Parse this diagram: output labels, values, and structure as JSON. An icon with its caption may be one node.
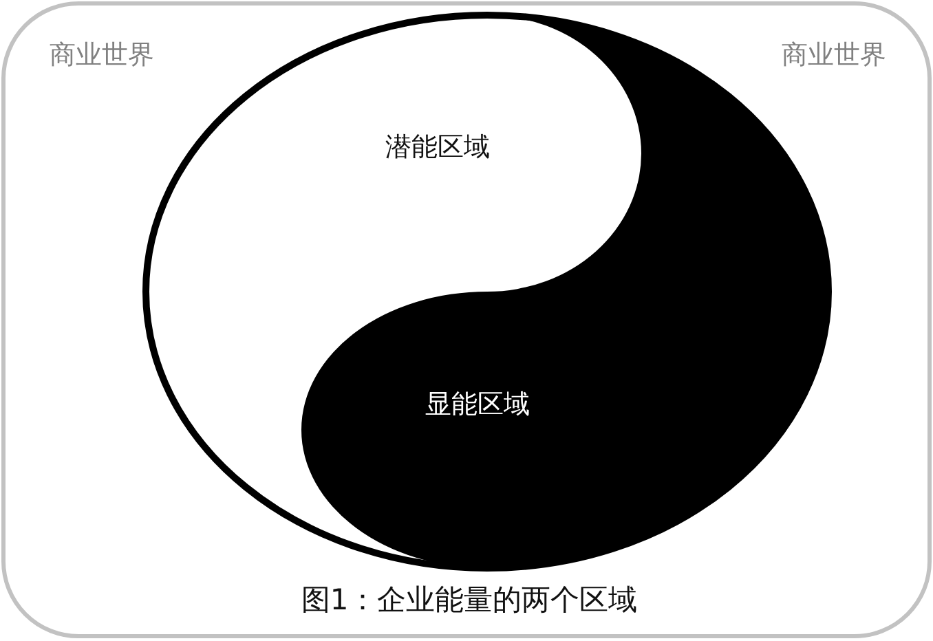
{
  "diagram": {
    "caption": "图1：企业能量的两个区域",
    "nodes": [
      {
        "text": [
          "商业世界",
          "商业世界"
        ]
      },
      {
        "text": [
          "潜能区域",
          "显能区域"
        ],
        "in": 0
      }
    ]
  }
}
